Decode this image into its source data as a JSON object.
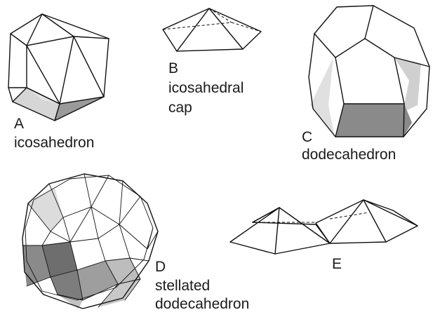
{
  "figures": [
    {
      "letter": "A",
      "name": "icosahedron"
    },
    {
      "letter": "B",
      "name_lines": [
        "icosahedral",
        "cap"
      ]
    },
    {
      "letter": "C",
      "name": "dodecahedron"
    },
    {
      "letter": "D",
      "name_lines": [
        "stellated",
        "dodecahedron"
      ]
    },
    {
      "letter": "E"
    }
  ],
  "colors": {
    "stroke": "#111111",
    "light_gray": "#e4e4e4",
    "mid_gray": "#bdbdbd",
    "dark_gray": "#7f7f7f"
  }
}
